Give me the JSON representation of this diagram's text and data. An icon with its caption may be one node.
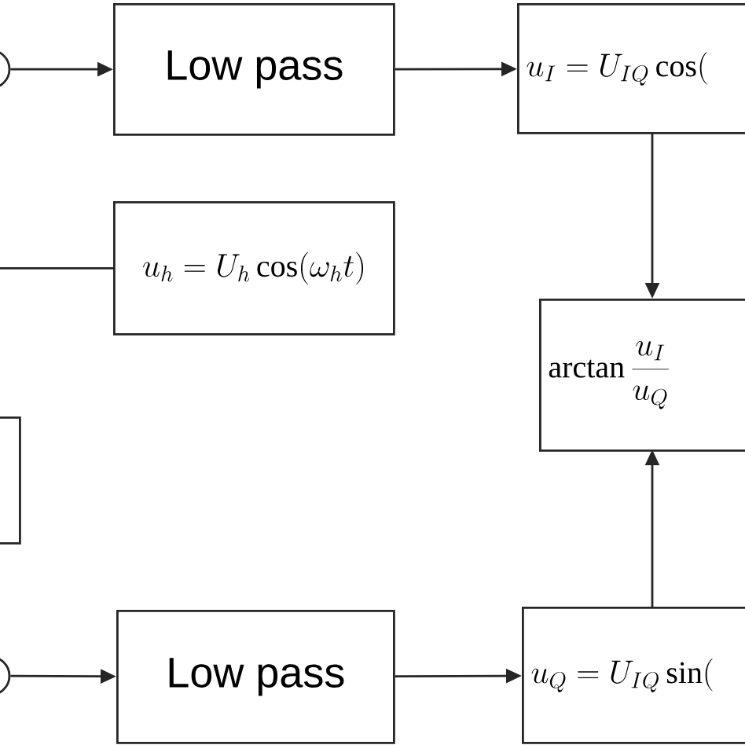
{
  "diagram": {
    "nodes": [
      {
        "text": [],
        "shape": "circle"
      },
      {
        "text": [
          "Low pass"
        ]
      },
      {
        "text": [
          "u_I = U_{IQ}\\cos("
        ]
      },
      {
        "text": [
          "u_h = U_h\\cos(\\omega_h t)"
        ]
      },
      {
        "text": [
          "\\arctan\\frac{u_I}{u_Q}"
        ]
      },
      {
        "text": [],
        "shape": "box"
      },
      {
        "text": [],
        "shape": "circle"
      },
      {
        "text": [
          "Low pass"
        ]
      },
      {
        "text": [
          "u_Q = U_{IQ}\\sin("
        ]
      }
    ],
    "edges": [
      {
        "from": 0,
        "to": 1,
        "arrow": "to"
      },
      {
        "from": 1,
        "to": 2,
        "arrow": "to"
      },
      {
        "from": 2,
        "to": 4,
        "arrow": "to"
      },
      {
        "from": null,
        "to": 3,
        "arrow": "none"
      },
      {
        "from": 8,
        "to": 4,
        "arrow": "to"
      },
      {
        "from": 6,
        "to": 7,
        "arrow": "to"
      },
      {
        "from": 7,
        "to": 8,
        "arrow": "to"
      }
    ]
  }
}
